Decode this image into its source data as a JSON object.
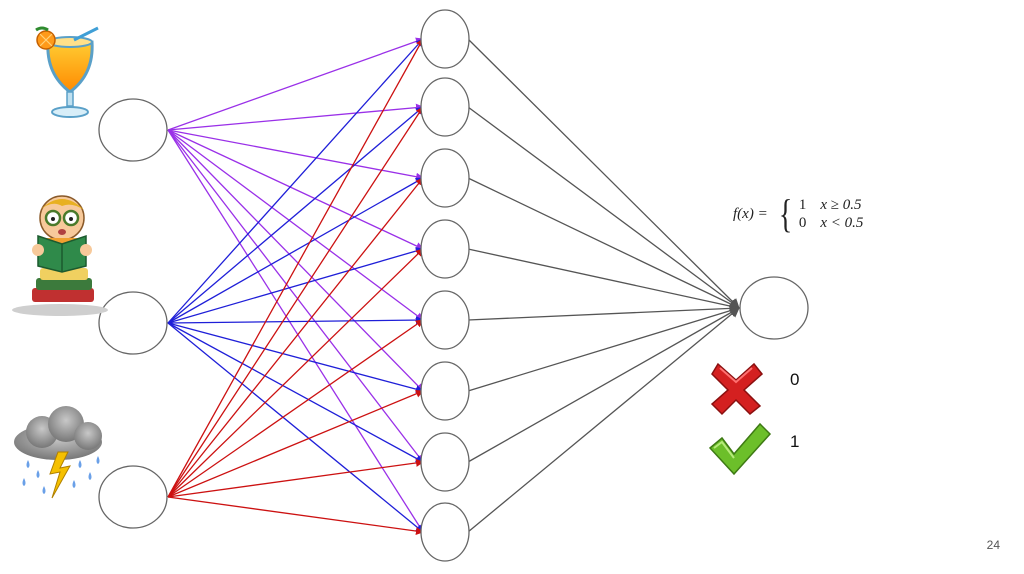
{
  "formula": {
    "lhs": "f(x) =",
    "case_true_value": "1",
    "case_true_condition": "x ≥ 0.5",
    "case_false_value": "0",
    "case_false_condition": "x < 0.5"
  },
  "outputs": {
    "no_label": "0",
    "yes_label": "1"
  },
  "page_number": "24",
  "colors": {
    "input_1_edges": "#9a30e8",
    "input_2_edges": "#1f1fd8",
    "input_3_edges": "#cc1111",
    "hidden_to_output_edges": "#555555",
    "node_stroke": "#666666",
    "cross": "#d42020",
    "check": "#6cbf2a"
  },
  "icons": [
    "cocktail-icon",
    "reading-student-icon",
    "storm-cloud-icon",
    "red-cross-icon",
    "green-check-icon"
  ]
}
